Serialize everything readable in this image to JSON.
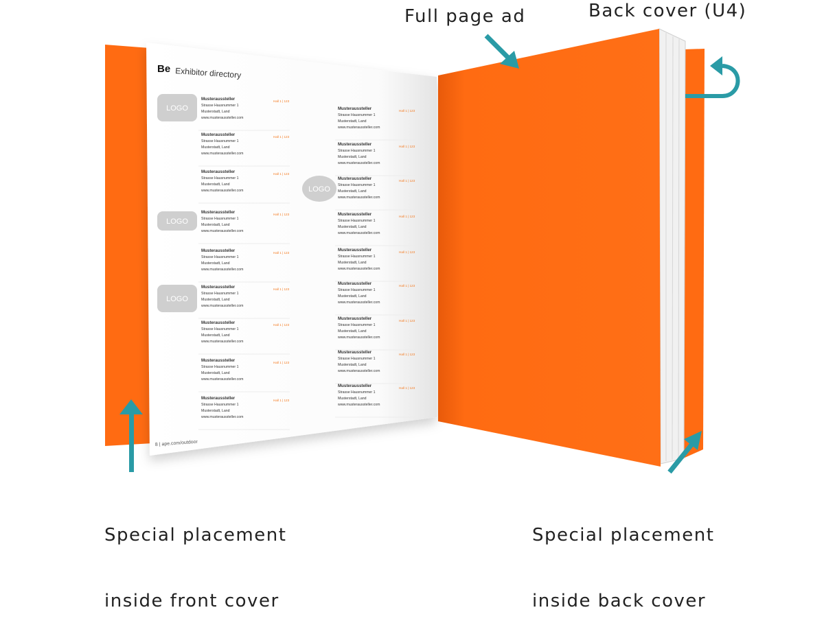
{
  "colors": {
    "cover": "#ff6b12",
    "arrow": "#2a9ba6",
    "logo_fill": "#cfcfcf",
    "logo_text": "#ffffff",
    "text": "#222222",
    "price": "#f47a20",
    "entry_text": "#333333"
  },
  "labels": {
    "full_page_ad": "Full page ad",
    "back_cover": "Back cover (U4)",
    "inside_front": [
      "Special placement",
      "inside front cover"
    ],
    "inside_back": [
      "Special placement",
      "inside back cover"
    ]
  },
  "page": {
    "brand": "Be",
    "title": "Exhibitor directory",
    "footer": "8 | ape.com/outdoor",
    "logo_label": "LOGO",
    "entry_lines": [
      "Musteraussteller",
      "Strasse Hausnummer 1",
      "Musterstadt, Land",
      "www.musteraussteller.com"
    ],
    "entry_price": "Hall 1 | 123"
  },
  "icons": {
    "arrow_up": "arrow-up-icon",
    "arrow_down_right": "arrow-down-right-icon",
    "arrow_up_right": "arrow-up-right-icon",
    "curved_arrow": "curved-return-arrow-icon"
  }
}
